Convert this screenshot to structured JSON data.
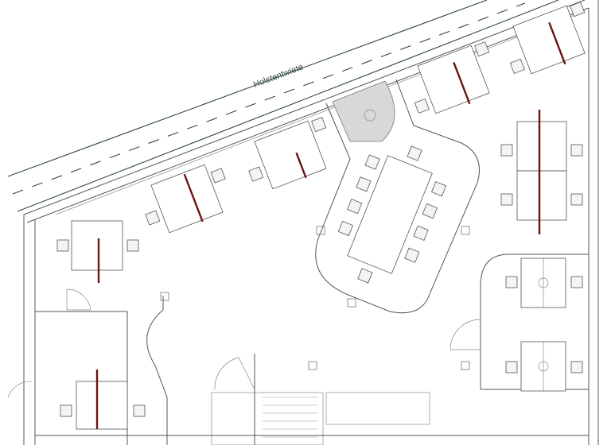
{
  "street": {
    "name": "Holstentwiete"
  },
  "colors": {
    "street_lines": "#2f4a3a",
    "desk_cables": "#6b1414",
    "walls": "#555555",
    "shaded_area": "#d8d8d8"
  },
  "icons": [
    "desk",
    "office-chair",
    "conference-table",
    "door-swing",
    "staircase",
    "column"
  ]
}
